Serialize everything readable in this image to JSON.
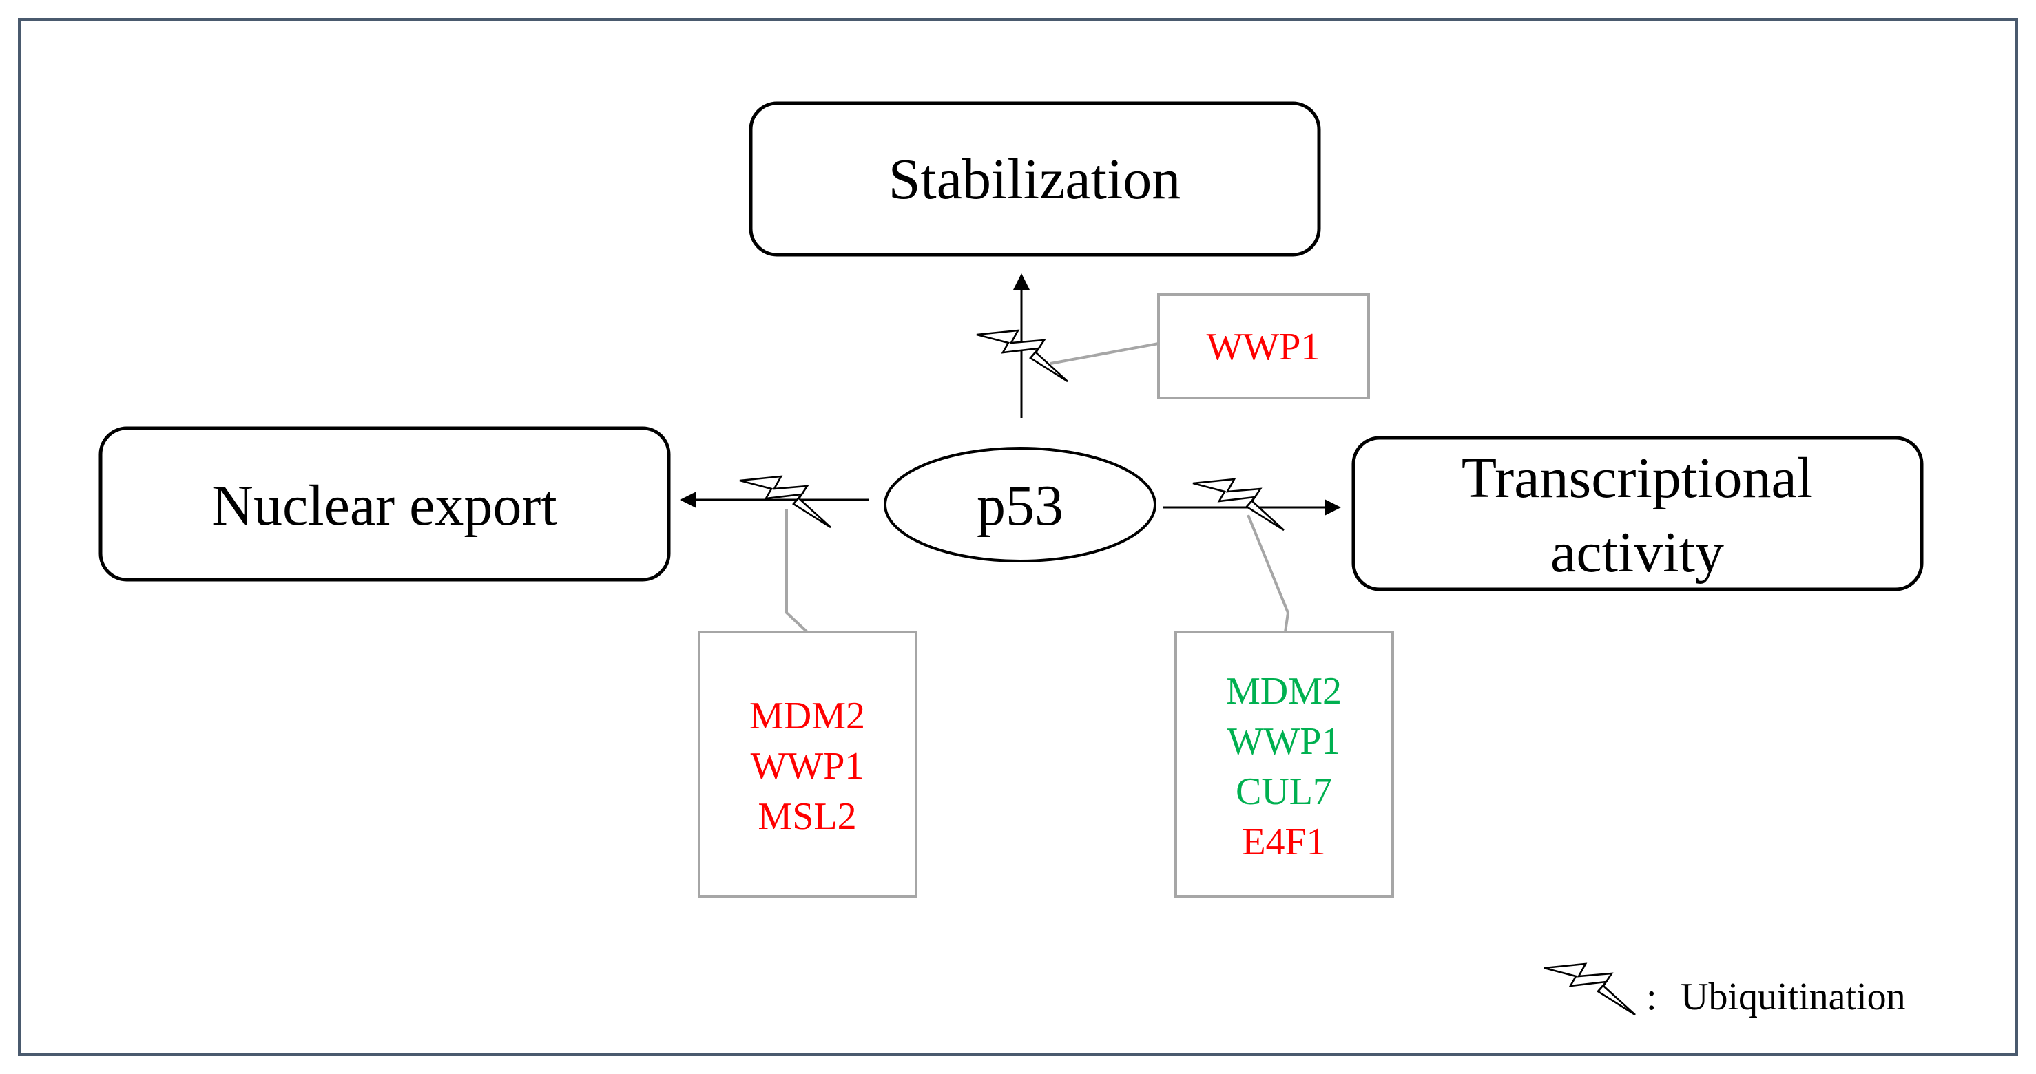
{
  "nodes": {
    "center": "p53",
    "top": "Stabilization",
    "left": "Nuclear export",
    "right_line1": "Transcriptional",
    "right_line2": "activity"
  },
  "ligase_groups": {
    "top": [
      {
        "name": "WWP1",
        "color": "#ff0000"
      }
    ],
    "left": [
      {
        "name": "MDM2",
        "color": "#ff0000"
      },
      {
        "name": "WWP1",
        "color": "#ff0000"
      },
      {
        "name": "MSL2",
        "color": "#ff0000"
      }
    ],
    "right": [
      {
        "name": "MDM2",
        "color": "#00b050"
      },
      {
        "name": "WWP1",
        "color": "#00b050"
      },
      {
        "name": "CUL7",
        "color": "#00b050"
      },
      {
        "name": "E4F1",
        "color": "#ff0000"
      }
    ]
  },
  "legend": {
    "icon": "lightning-bolt-icon",
    "separator": ":",
    "label": "Ubiquitination"
  },
  "colors": {
    "frame": "#4a5a6e",
    "label_box_border": "#a6a6a6",
    "red": "#ff0000",
    "green": "#00b050"
  }
}
